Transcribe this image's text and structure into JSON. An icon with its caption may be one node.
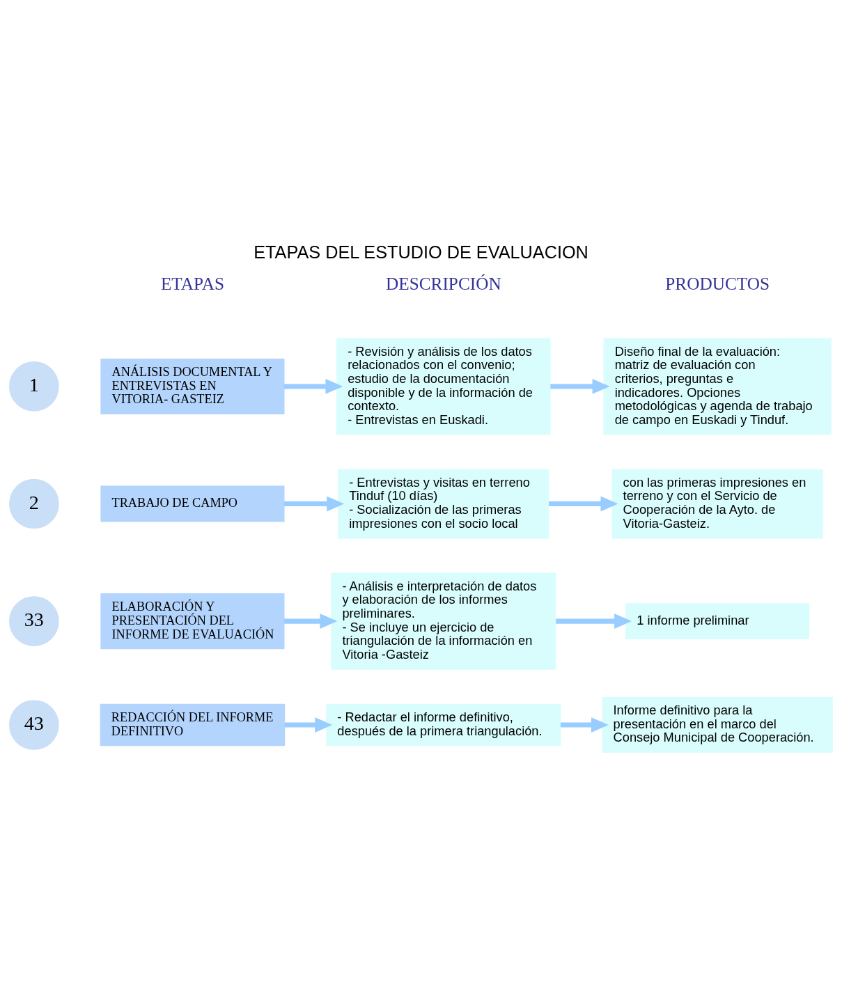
{
  "diagram": {
    "title": "ETAPAS DEL ESTUDIO DE EVALUACION",
    "nodes": [
      {
        "text": [
          "1"
        ]
      },
      {
        "text": [
          "ANÁLISIS DOCUMENTAL Y ENTREVISTAS EN VITORIA- GASTEIZ"
        ]
      },
      {
        "text": [
          "- Revisión y análisis de los datos relacionados con el convenio; estudio de la documentación disponible y de la información de contexto.",
          "- Entrevistas en Euskadi."
        ]
      },
      {
        "text": [
          "Diseño final de la evaluación: matriz de evaluación con criterios, preguntas e indicadores. Opciones metodológicas y agenda de trabajo de campo en Euskadi y Tinduf."
        ]
      },
      {
        "text": [
          "2"
        ]
      },
      {
        "text": [
          "TRABAJO DE CAMPO"
        ]
      },
      {
        "text": [
          "- Entrevistas y visitas en terreno Tinduf (10 días)",
          "- Socialización de las primeras impresiones con el socio local"
        ]
      },
      {
        "text": [
          "con las primeras impresiones en terreno y con el Servicio de Cooperación de la Ayto. de Vitoria-Gasteiz."
        ]
      },
      {
        "text": [
          "33"
        ]
      },
      {
        "text": [
          "ELABORACIÓN Y PRESENTACIÓN DEL INFORME DE EVALUACIÓN"
        ]
      },
      {
        "text": [
          "- Análisis e interpretación de datos y elaboración de los informes preliminares.",
          "- Se incluye un ejercicio de triangulación de la información en Vitoria -Gasteiz"
        ]
      },
      {
        "text": [
          "1 informe preliminar"
        ]
      },
      {
        "text": [
          "43"
        ]
      },
      {
        "text": [
          "REDACCIÓN DEL INFORME DEFINITIVO"
        ]
      },
      {
        "text": [
          "- Redactar el informe definitivo, después de la primera triangulación."
        ]
      },
      {
        "text": [
          "Informe definitivo para la presentación en el marco del Consejo Municipal de Cooperación."
        ]
      }
    ],
    "edges": [
      {
        "from": 1,
        "to": 2,
        "arrow": "to"
      },
      {
        "from": 2,
        "to": 3,
        "arrow": "to"
      },
      {
        "from": 5,
        "to": 6,
        "arrow": "to"
      },
      {
        "from": 6,
        "to": 7,
        "arrow": "to"
      },
      {
        "from": 9,
        "to": 10,
        "arrow": "to"
      },
      {
        "from": 10,
        "to": 11,
        "arrow": "to"
      },
      {
        "from": 13,
        "to": 14,
        "arrow": "to"
      },
      {
        "from": 14,
        "to": 15,
        "arrow": "to"
      }
    ],
    "labels": [
      "ETAPAS",
      "DESCRIPCIÓN",
      "PRODUCTOS"
    ]
  }
}
